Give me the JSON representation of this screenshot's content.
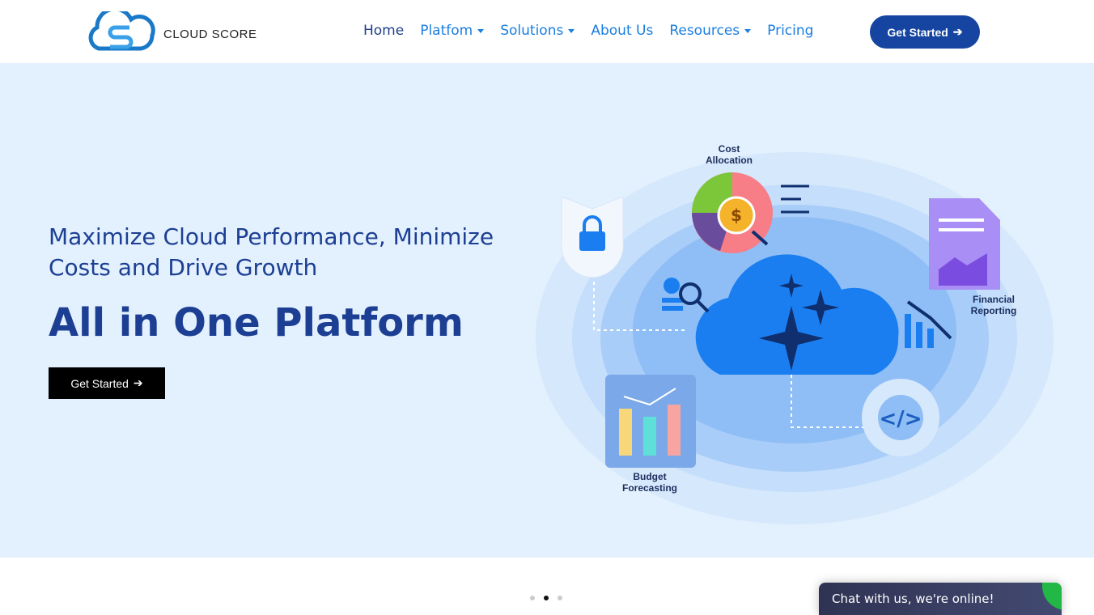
{
  "brand": {
    "name": "CLOUD SCORE"
  },
  "nav": [
    {
      "label": "Home",
      "dropdown": false
    },
    {
      "label": "Platfom",
      "dropdown": true
    },
    {
      "label": "Solutions",
      "dropdown": true
    },
    {
      "label": "About Us",
      "dropdown": false
    },
    {
      "label": "Resources",
      "dropdown": true
    },
    {
      "label": "Pricing",
      "dropdown": false
    }
  ],
  "header_cta": "Get Started",
  "hero": {
    "subtitle": "Maximize Cloud Performance, Minimize Costs and Drive Growth",
    "title": "All in One Platform",
    "cta": "Get Started"
  },
  "illustration": {
    "cost1": "Cost",
    "cost2": "Allocation",
    "fin1": "Financial",
    "fin2": "Reporting",
    "bud1": "Budget",
    "bud2": "Forecasting",
    "dollar": "$"
  },
  "carousel": {
    "count": 3,
    "active": 1
  },
  "chat": {
    "label": "Chat with us, we're online!"
  }
}
